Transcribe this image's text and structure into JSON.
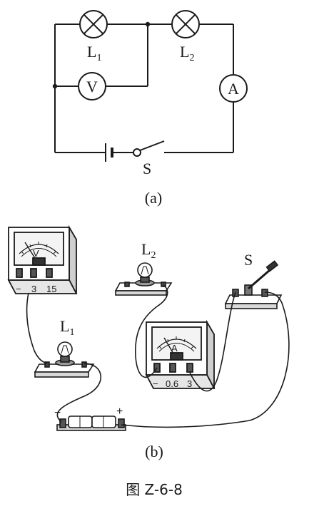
{
  "diagram_a": {
    "lamp1": {
      "letter": "L",
      "sub": "1"
    },
    "lamp2": {
      "letter": "L",
      "sub": "2"
    },
    "voltmeter_symbol": "V",
    "ammeter_symbol": "A",
    "switch_label": "S",
    "caption": "(a)"
  },
  "diagram_b": {
    "voltmeter_face": "V",
    "voltmeter_terminals": [
      "−",
      "3",
      "15"
    ],
    "lamp1": {
      "letter": "L",
      "sub": "1"
    },
    "lamp2": {
      "letter": "L",
      "sub": "2"
    },
    "ammeter_face": "A",
    "ammeter_terminals": [
      "−",
      "0.6",
      "3"
    ],
    "switch_label": "S",
    "battery_minus": "−",
    "battery_plus": "+",
    "caption": "(b)"
  },
  "figure_caption": "图 Z-6-8"
}
